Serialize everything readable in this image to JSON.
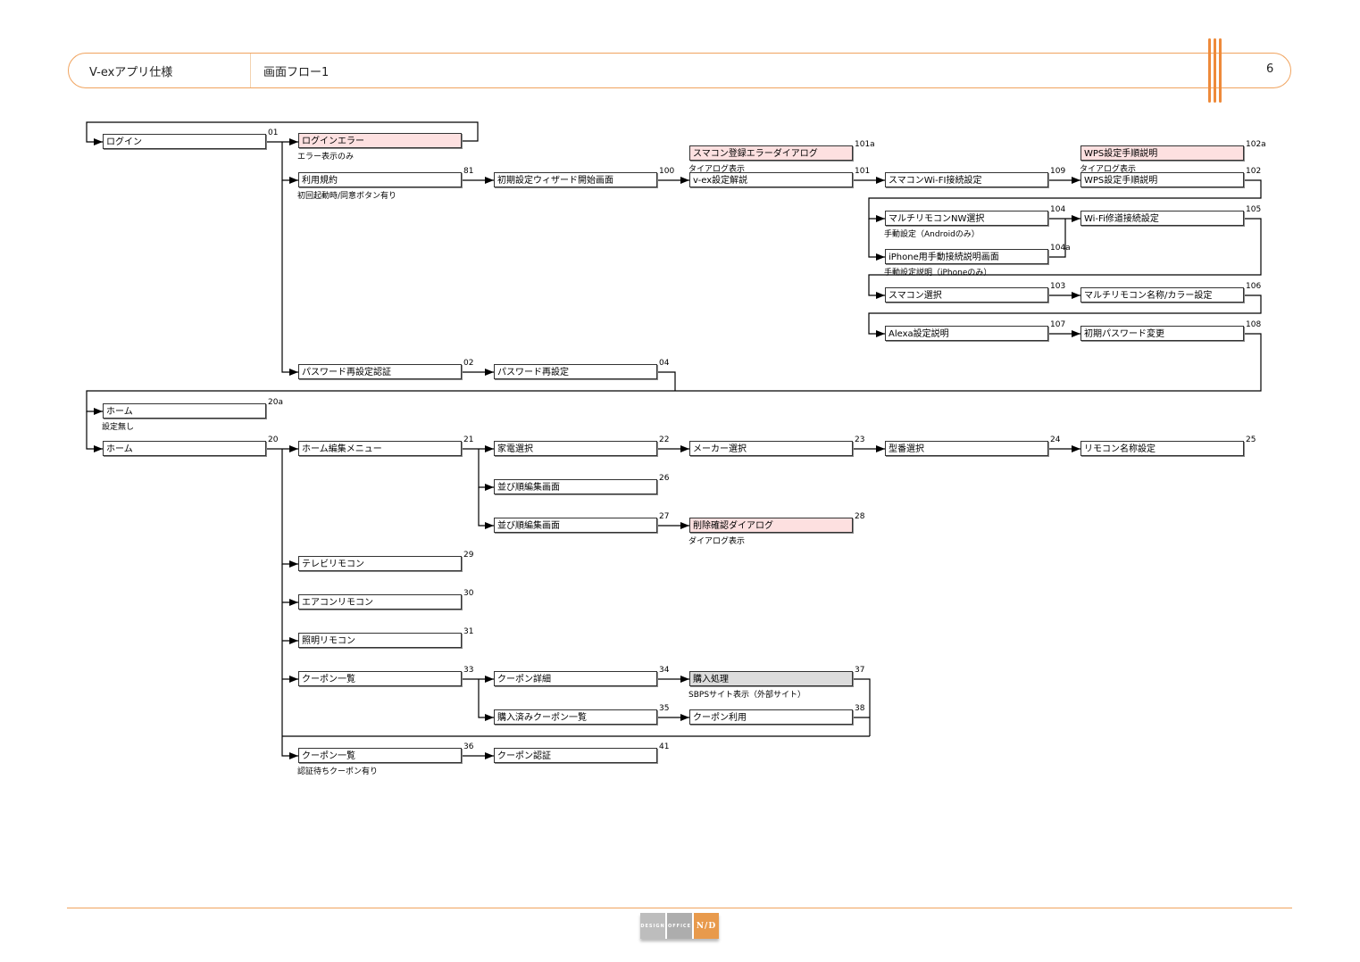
{
  "header": {
    "doc_title": "V-exアプリ仕様",
    "section_title": "画面フロー1",
    "page_number": "6"
  },
  "colors": {
    "accent": "#f0a35e",
    "error_fill": "#fde0e0",
    "external_fill": "#dcdcdc"
  },
  "footer": {
    "logo": [
      "DESIGN",
      "OFFICE",
      "N/D"
    ]
  },
  "nodes": [
    {
      "id": "login",
      "label": "ログイン",
      "num": "01"
    },
    {
      "id": "loginerr",
      "label": "ログインエラー",
      "num": "",
      "note": "エラー表示のみ",
      "kind": "error"
    },
    {
      "id": "terms",
      "label": "利用規約",
      "num": "81",
      "note": "初回起動時/同意ボタン有り"
    },
    {
      "id": "wizard",
      "label": "初期設定ウィザード開始画面",
      "num": "100"
    },
    {
      "id": "vex",
      "label": "v-ex設定解説",
      "num": "101"
    },
    {
      "id": "smerr",
      "label": "スマコン登録エラーダイアログ",
      "num": "101a",
      "note": "タイアログ表示",
      "kind": "error"
    },
    {
      "id": "wifi",
      "label": "スマコンWi-FI接続設定",
      "num": "109"
    },
    {
      "id": "wps",
      "label": "WPS設定手順説明",
      "num": "102"
    },
    {
      "id": "wpsa",
      "label": "WPS設定手順説明",
      "num": "102a",
      "note": "タイアログ表示",
      "kind": "error"
    },
    {
      "id": "multinw",
      "label": "マルチリモコンNW選択",
      "num": "104",
      "note": "手動設定（Androidのみ）"
    },
    {
      "id": "wifidir",
      "label": "Wi-Fi修道接続設定",
      "num": "105"
    },
    {
      "id": "iphone",
      "label": "iPhone用手動接続説明画面",
      "num": "104a",
      "note": "手動設定説明（iPhoneのみ）"
    },
    {
      "id": "smsel",
      "label": "スマコン選択",
      "num": "103"
    },
    {
      "id": "multiname",
      "label": "マルチリモコン名称/カラー設定",
      "num": "106"
    },
    {
      "id": "alexa",
      "label": "Alexa設定説明",
      "num": "107"
    },
    {
      "id": "initpw",
      "label": "初期パスワード変更",
      "num": "108"
    },
    {
      "id": "pwauth",
      "label": "パスワード再設定認証",
      "num": "02"
    },
    {
      "id": "pwreset",
      "label": "パスワード再設定",
      "num": "04"
    },
    {
      "id": "home20a",
      "label": "ホーム",
      "num": "20a",
      "note": "設定無し"
    },
    {
      "id": "home",
      "label": "ホーム",
      "num": "20"
    },
    {
      "id": "editmenu",
      "label": "ホーム編集メニュー",
      "num": "21"
    },
    {
      "id": "appl",
      "label": "家電選択",
      "num": "22"
    },
    {
      "id": "maker",
      "label": "メーカー選択",
      "num": "23"
    },
    {
      "id": "model",
      "label": "型番選択",
      "num": "24"
    },
    {
      "id": "rname",
      "label": "リモコン名称設定",
      "num": "25"
    },
    {
      "id": "sort1",
      "label": "並び順編集画面",
      "num": "26"
    },
    {
      "id": "sort2",
      "label": "並び順編集画面",
      "num": "27"
    },
    {
      "id": "delconf",
      "label": "削除確認ダイアログ",
      "num": "28",
      "note": "ダイアログ表示",
      "kind": "error"
    },
    {
      "id": "tv",
      "label": "テレビリモコン",
      "num": "29"
    },
    {
      "id": "ac",
      "label": "エアコンリモコン",
      "num": "30"
    },
    {
      "id": "light",
      "label": "照明リモコン",
      "num": "31"
    },
    {
      "id": "coupons",
      "label": "クーポン一覧",
      "num": "33"
    },
    {
      "id": "cdetail",
      "label": "クーポン詳細",
      "num": "34"
    },
    {
      "id": "buy",
      "label": "購入処理",
      "num": "37",
      "note": "SBPSサイト表示（外部サイト）",
      "kind": "gray"
    },
    {
      "id": "bought",
      "label": "購入済みクーポン一覧",
      "num": "35"
    },
    {
      "id": "cuse",
      "label": "クーポン利用",
      "num": "38"
    },
    {
      "id": "coupons2",
      "label": "クーポン一覧",
      "num": "36",
      "note": "認証待ちクーポン有り"
    },
    {
      "id": "cauth",
      "label": "クーポン認証",
      "num": "41"
    }
  ]
}
